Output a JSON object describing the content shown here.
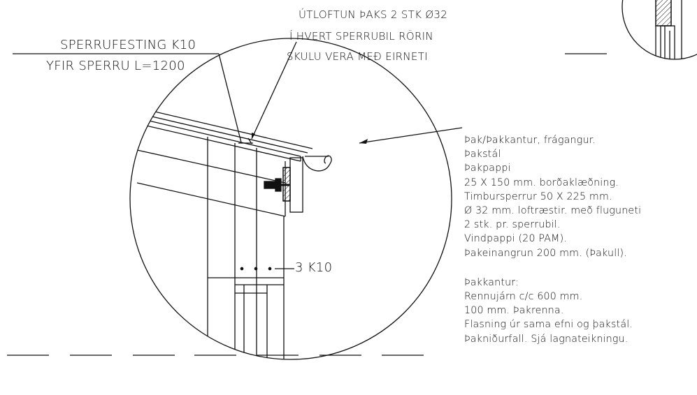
{
  "labels": {
    "rafter_fixing_line1": "SPERRUFESTING K10",
    "rafter_fixing_line2": "YFIR SPERRU L=1200",
    "vent_line1": "ÚTLOFTUN ÞAKS 2 STK Ø32",
    "vent_line2": "Í HVERT SPERRUBIL RÖRIN",
    "vent_line3": "SKULU VERA MEÐ EIRNETI",
    "nail_spec": "3 K10"
  },
  "notes": {
    "roof": [
      "Þak/Þakkantur, frágangur.",
      "Þakstál",
      "Þakpappi",
      "25 X 150 mm. borðaklæðning.",
      "Timbursperrur 50 X 225 mm.",
      "Ø 32 mm. loftræstir. með fluguneti",
      "2 stk. pr. sperrubil.",
      "Vindpappi (20 PAM).",
      "Þakeinangrun 200 mm. (Þakull)."
    ],
    "eaves": [
      "Þakkantur:",
      "Rennujárn c/c 600 mm.",
      "100 mm. Þakrenna.",
      "Flasning úr sama efni og þakstál.",
      "Þakniðurfall.  Sjá lagnateikningu."
    ]
  }
}
